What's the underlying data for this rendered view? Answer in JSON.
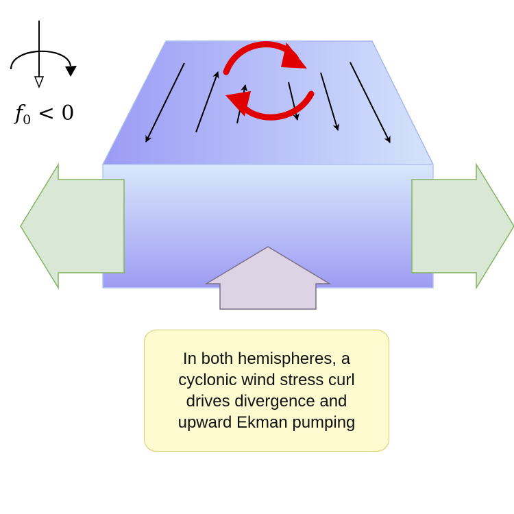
{
  "rotation_indicator": {
    "label_symbol": "f",
    "label_subscript": "0",
    "label_relation": " < 0"
  },
  "caption": {
    "text": "In both hemispheres, a cyclonic wind stress curl drives divergence and upward Ekman pumping"
  },
  "colors": {
    "ocean_top_left": "#9b9bf5",
    "ocean_top_right": "#d4e3fb",
    "ocean_front_top": "#d9e8fb",
    "ocean_front_bottom": "#9d9cf3",
    "divergence_arrow_fill": "#d9e8d4",
    "divergence_arrow_stroke": "#86b264",
    "upwelling_arrow_fill": "#ddd3e4",
    "curl_arrow": "#e00000",
    "caption_fill": "#fdfbcf",
    "caption_stroke": "#d8c96a"
  },
  "icons": [
    "rotation-axis-icon",
    "curl-arrow-icon",
    "divergence-arrow-icon",
    "upwelling-arrow-icon"
  ]
}
